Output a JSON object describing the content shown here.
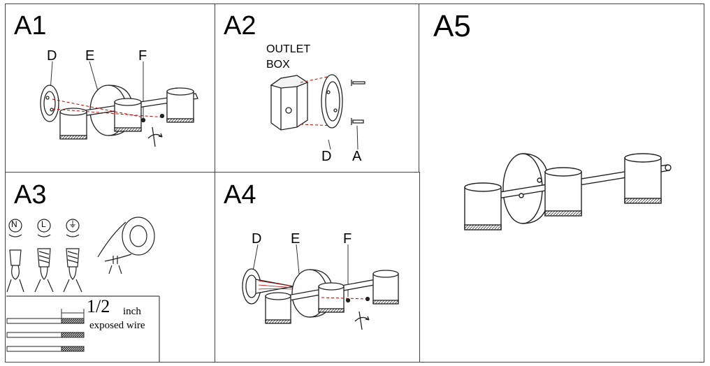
{
  "panels": {
    "a1": {
      "label": "A1",
      "callouts": [
        "D",
        "E",
        "F"
      ]
    },
    "a2": {
      "label": "A2",
      "outlet_line1": "OUTLET",
      "outlet_line2": "BOX",
      "callouts": [
        "D",
        "A"
      ]
    },
    "a3": {
      "label": "A3",
      "symbols": [
        "N",
        "L",
        "⏚"
      ],
      "fraction": "1/2",
      "unit": "inch",
      "caption": "exposed wire"
    },
    "a4": {
      "label": "A4",
      "callouts": [
        "D",
        "E",
        "F"
      ]
    },
    "a5": {
      "label": "A5"
    }
  }
}
